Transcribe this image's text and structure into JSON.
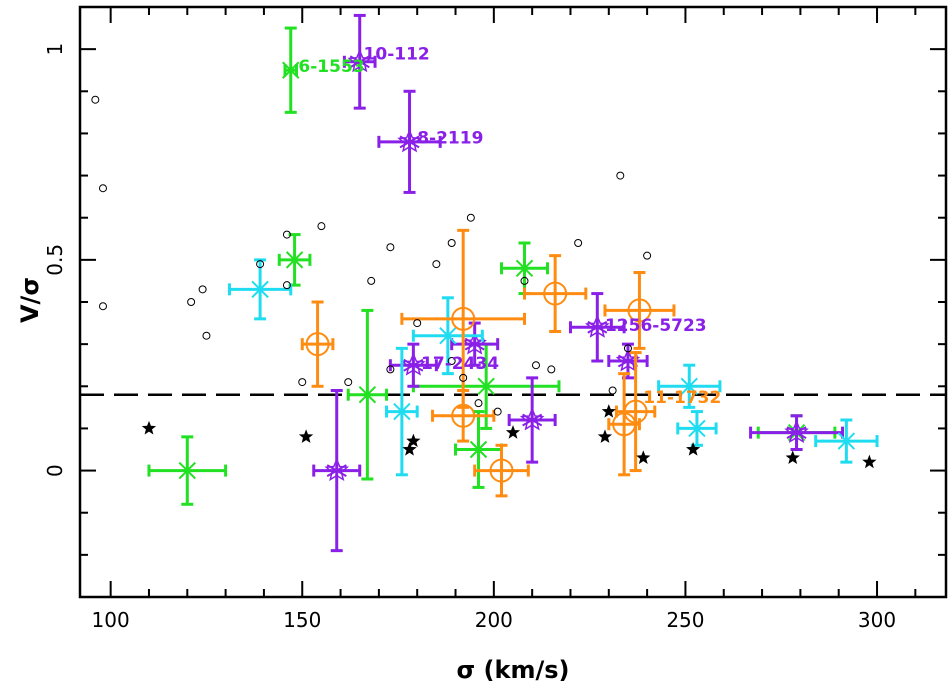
{
  "chart_data": {
    "type": "scatter",
    "xlabel": "σ (km/s)",
    "ylabel": "V/σ",
    "xlim": [
      92,
      318
    ],
    "ylim": [
      -0.3,
      1.1
    ],
    "x_ticks": [
      100,
      150,
      200,
      250,
      300
    ],
    "y_ticks": [
      0,
      0.5,
      1
    ],
    "grid": false,
    "threshold_line": {
      "y": 0.18,
      "style": "dashed",
      "color": "#000000"
    },
    "colors": {
      "green": "#22e022",
      "purple": "#8a20e8",
      "cyan": "#20dcf0",
      "orange": "#ff8c10",
      "black": "#000000"
    },
    "series": [
      {
        "marker": "cross",
        "color": "#22e022",
        "points": [
          {
            "x": 147,
            "y": 0.95,
            "xerr": 1.5,
            "yerr": 0.1
          },
          {
            "x": 148,
            "y": 0.5,
            "xerr": 4,
            "yerr": 0.06
          },
          {
            "x": 120,
            "y": 0.0,
            "xerr": 10,
            "yerr": 0.08
          },
          {
            "x": 167,
            "y": 0.18,
            "xerr": 5,
            "yerr": 0.2
          },
          {
            "x": 198,
            "y": 0.2,
            "xerr": 19,
            "yerr": 0.1
          },
          {
            "x": 208,
            "y": 0.48,
            "xerr": 6,
            "yerr": 0.06
          },
          {
            "x": 196,
            "y": 0.05,
            "xerr": 6,
            "yerr": 0.09
          },
          {
            "x": 279,
            "y": 0.09,
            "xerr": 10,
            "yerr": 0.04
          }
        ]
      },
      {
        "marker": "asterisk",
        "color": "#8a20e8",
        "points": [
          {
            "x": 165,
            "y": 0.97,
            "xerr": 4,
            "yerr": 0.11
          },
          {
            "x": 178,
            "y": 0.78,
            "xerr": 8,
            "yerr": 0.12
          },
          {
            "x": 159,
            "y": 0.0,
            "xerr": 6,
            "yerr": 0.19
          },
          {
            "x": 179,
            "y": 0.25,
            "xerr": 6,
            "yerr": 0.05
          },
          {
            "x": 195,
            "y": 0.3,
            "xerr": 6,
            "yerr": 0.05
          },
          {
            "x": 210,
            "y": 0.12,
            "xerr": 6,
            "yerr": 0.1
          },
          {
            "x": 227,
            "y": 0.34,
            "xerr": 7,
            "yerr": 0.08
          },
          {
            "x": 235,
            "y": 0.26,
            "xerr": 5,
            "yerr": 0.04
          },
          {
            "x": 279,
            "y": 0.09,
            "xerr": 12,
            "yerr": 0.04
          }
        ]
      },
      {
        "marker": "cross",
        "color": "#20dcf0",
        "points": [
          {
            "x": 139,
            "y": 0.43,
            "xerr": 8,
            "yerr": 0.07
          },
          {
            "x": 188,
            "y": 0.32,
            "xerr": 9,
            "yerr": 0.09
          },
          {
            "x": 176,
            "y": 0.14,
            "xerr": 4,
            "yerr": 0.15
          },
          {
            "x": 251,
            "y": 0.2,
            "xerr": 8,
            "yerr": 0.05
          },
          {
            "x": 253,
            "y": 0.1,
            "xerr": 5,
            "yerr": 0.04
          },
          {
            "x": 292,
            "y": 0.07,
            "xerr": 8,
            "yerr": 0.05
          }
        ]
      },
      {
        "marker": "circle-plus",
        "color": "#ff8c10",
        "points": [
          {
            "x": 154,
            "y": 0.3,
            "xerr": 4,
            "yerr": 0.1
          },
          {
            "x": 192,
            "y": 0.36,
            "xerr": 16,
            "yerr": 0.21
          },
          {
            "x": 216,
            "y": 0.42,
            "xerr": 8,
            "yerr": 0.09
          },
          {
            "x": 238,
            "y": 0.38,
            "xerr": 9,
            "yerr": 0.09
          },
          {
            "x": 192,
            "y": 0.13,
            "xerr": 8,
            "yerr": 0.06
          },
          {
            "x": 202,
            "y": 0.0,
            "xerr": 7,
            "yerr": 0.06
          },
          {
            "x": 234,
            "y": 0.11,
            "xerr": 4,
            "yerr": 0.12
          },
          {
            "x": 237,
            "y": 0.14,
            "xerr": 5,
            "yerr": 0.14
          }
        ]
      },
      {
        "marker": "open-circle",
        "color": "#000000",
        "points": [
          {
            "x": 96,
            "y": 0.88
          },
          {
            "x": 98,
            "y": 0.67
          },
          {
            "x": 98,
            "y": 0.39
          },
          {
            "x": 121,
            "y": 0.4
          },
          {
            "x": 124,
            "y": 0.43
          },
          {
            "x": 125,
            "y": 0.32
          },
          {
            "x": 139,
            "y": 0.49
          },
          {
            "x": 146,
            "y": 0.56
          },
          {
            "x": 146,
            "y": 0.44
          },
          {
            "x": 150,
            "y": 0.21
          },
          {
            "x": 155,
            "y": 0.58
          },
          {
            "x": 162,
            "y": 0.21
          },
          {
            "x": 168,
            "y": 0.45
          },
          {
            "x": 173,
            "y": 0.53
          },
          {
            "x": 173,
            "y": 0.24
          },
          {
            "x": 180,
            "y": 0.35
          },
          {
            "x": 185,
            "y": 0.49
          },
          {
            "x": 189,
            "y": 0.54
          },
          {
            "x": 189,
            "y": 0.26
          },
          {
            "x": 192,
            "y": 0.22
          },
          {
            "x": 194,
            "y": 0.6
          },
          {
            "x": 196,
            "y": 0.16
          },
          {
            "x": 201,
            "y": 0.14
          },
          {
            "x": 208,
            "y": 0.45
          },
          {
            "x": 211,
            "y": 0.25
          },
          {
            "x": 215,
            "y": 0.24
          },
          {
            "x": 222,
            "y": 0.54
          },
          {
            "x": 231,
            "y": 0.19
          },
          {
            "x": 233,
            "y": 0.7
          },
          {
            "x": 235,
            "y": 0.29
          },
          {
            "x": 240,
            "y": 0.51
          }
        ]
      },
      {
        "marker": "star",
        "color": "#000000",
        "points": [
          {
            "x": 110,
            "y": 0.1
          },
          {
            "x": 151,
            "y": 0.08
          },
          {
            "x": 178,
            "y": 0.05
          },
          {
            "x": 179,
            "y": 0.07
          },
          {
            "x": 205,
            "y": 0.09
          },
          {
            "x": 229,
            "y": 0.08
          },
          {
            "x": 230,
            "y": 0.14
          },
          {
            "x": 239,
            "y": 0.03
          },
          {
            "x": 252,
            "y": 0.05
          },
          {
            "x": 278,
            "y": 0.03
          },
          {
            "x": 298,
            "y": 0.02
          }
        ]
      }
    ],
    "annotations": [
      {
        "text": "6-1553",
        "x": 149,
        "y": 0.96,
        "color": "#22e022"
      },
      {
        "text": "10-112",
        "x": 166,
        "y": 0.99,
        "color": "#8a20e8"
      },
      {
        "text": "8-2119",
        "x": 180,
        "y": 0.79,
        "color": "#8a20e8"
      },
      {
        "text": "1256-5723",
        "x": 229,
        "y": 0.345,
        "color": "#8a20e8"
      },
      {
        "text": "17-2434",
        "x": 181,
        "y": 0.255,
        "color": "#8a20e8"
      },
      {
        "text": "11-1732",
        "x": 239,
        "y": 0.175,
        "color": "#ff8c10"
      }
    ]
  }
}
